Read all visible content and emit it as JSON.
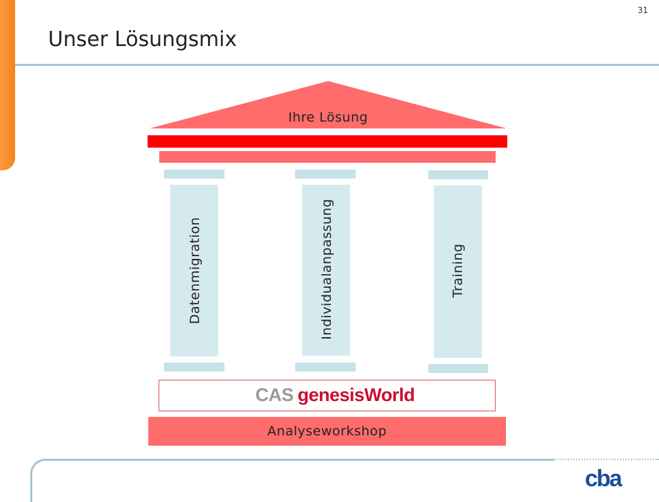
{
  "page_number": "31",
  "title": "Unser Lösungsmix",
  "temple": {
    "roof_label": "Ihre Lösung",
    "pillars": [
      {
        "label": "Datenmigration"
      },
      {
        "label": "Individualanpassung"
      },
      {
        "label": "Training"
      }
    ],
    "platform_logo": {
      "part1": "CAS",
      "part2": "genesis",
      "part3": "World"
    },
    "foundation_label": "Analyseworkshop"
  },
  "footer_logo": "cba",
  "colors": {
    "accent_orange": "#f58220",
    "roof": "#ff6c6c",
    "beam": "#ff0000",
    "pillar": "#d5eaee",
    "rule": "#a9c4d2",
    "brand_red": "#c8102e",
    "brand_blue": "#1a4e9a"
  }
}
